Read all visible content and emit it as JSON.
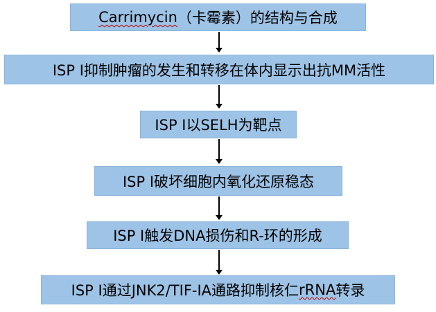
{
  "flowchart": {
    "colors": {
      "box_fill": "#9dc3e6",
      "arrow": "#000000",
      "spellcheck_underline": "#c00000"
    },
    "steps": [
      {
        "lead": "Carrimycin",
        "rest": "（卡霉素）的结构与合成"
      },
      {
        "text": "ISP I抑制肿瘤的发生和转移在体内显示出抗MM活性"
      },
      {
        "text": "ISP I以SELH为靶点"
      },
      {
        "text": "ISP I破坏细胞内氧化还原稳态"
      },
      {
        "text": "ISP I触发DNA损伤和R-环的形成"
      },
      {
        "lead": "ISP I通过JNK2/TIF-IA通路抑制核仁",
        "underlined": "rRNA",
        "rest": "转录"
      }
    ]
  }
}
